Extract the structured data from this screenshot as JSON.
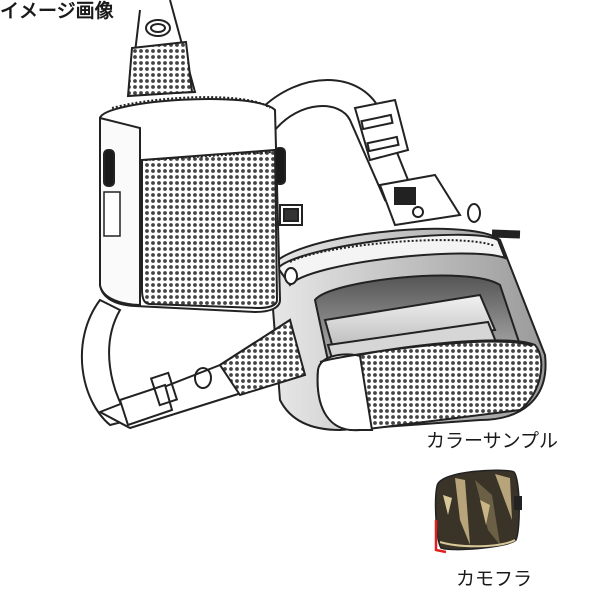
{
  "labels": {
    "image_caption": "イメージ画像",
    "color_sample_heading": "カラーサンプル",
    "color_name": "カモフラ"
  },
  "illustration": {
    "subject": "sling-bag-line-drawing",
    "components": [
      "front-pouch-with-mesh",
      "main-bag-open-compartment",
      "shoulder-strap",
      "side-release-buckle",
      "d-ring",
      "zipper-pulls"
    ]
  },
  "swatch": {
    "subject": "camouflage-bag-color-sample",
    "colors": {
      "camo_dark": "#3a3428",
      "camo_mid": "#6b5f45",
      "camo_light": "#b8a47a",
      "accent_red": "#e02020"
    }
  }
}
